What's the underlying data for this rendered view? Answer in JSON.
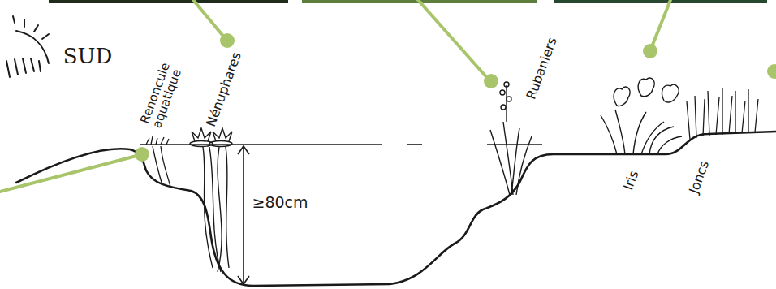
{
  "diagram": {
    "labels": [
      "SUD",
      "Renoncule aquatique",
      "Nénuphares",
      "≥80cm",
      "Rubaniers",
      "Iris",
      "Joncs"
    ]
  }
}
